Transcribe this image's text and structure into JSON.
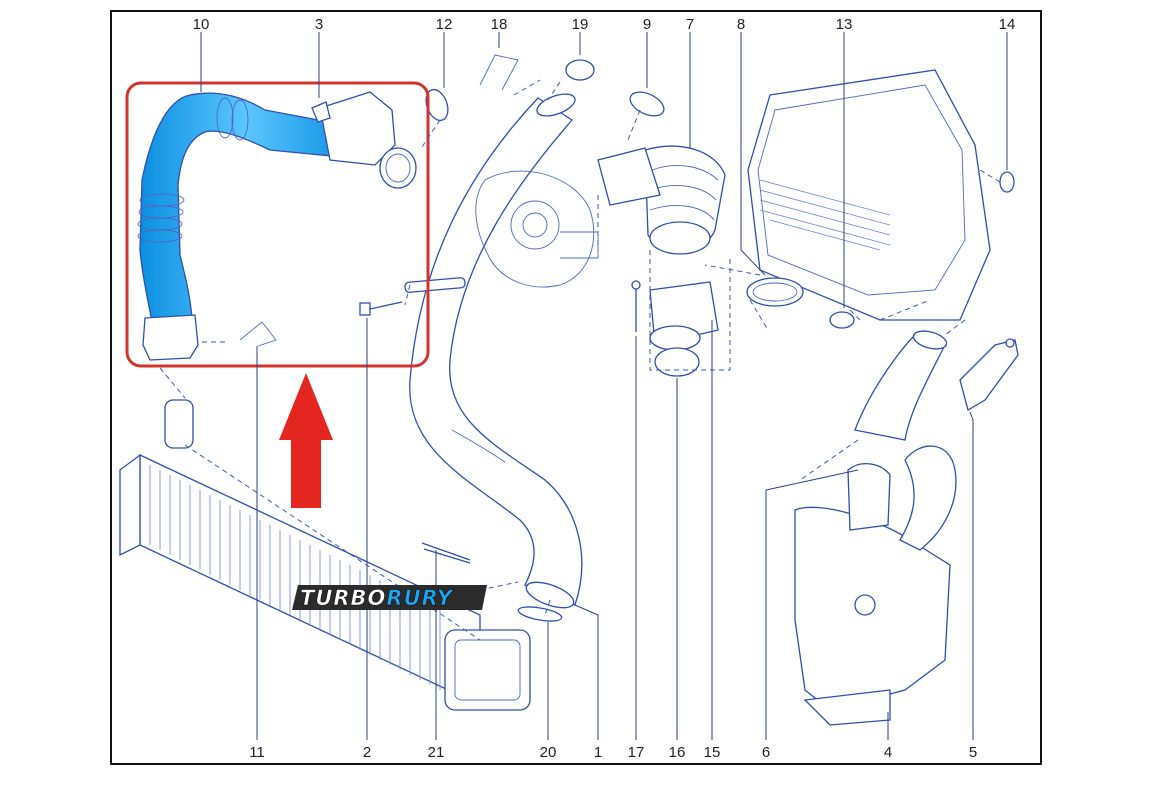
{
  "diagram": {
    "part_numbers": {
      "p1": "1",
      "p2": "2",
      "p3": "3",
      "p4": "4",
      "p5": "5",
      "p6": "6",
      "p7": "7",
      "p8": "8",
      "p9": "9",
      "p10": "10",
      "p11": "11",
      "p12": "12",
      "p13": "13",
      "p14": "14",
      "p15": "15",
      "p16": "16",
      "p17": "17",
      "p18": "18",
      "p19": "19",
      "p20": "20",
      "p21": "21"
    },
    "watermark": {
      "part1": "TURBO",
      "part2": "RURY"
    },
    "colors": {
      "line": "#2f4fb0",
      "highlight_hose": "#1ea3f0",
      "highlight_box": "#d0342c",
      "arrow": "#e52620",
      "frame": "#111111"
    }
  }
}
